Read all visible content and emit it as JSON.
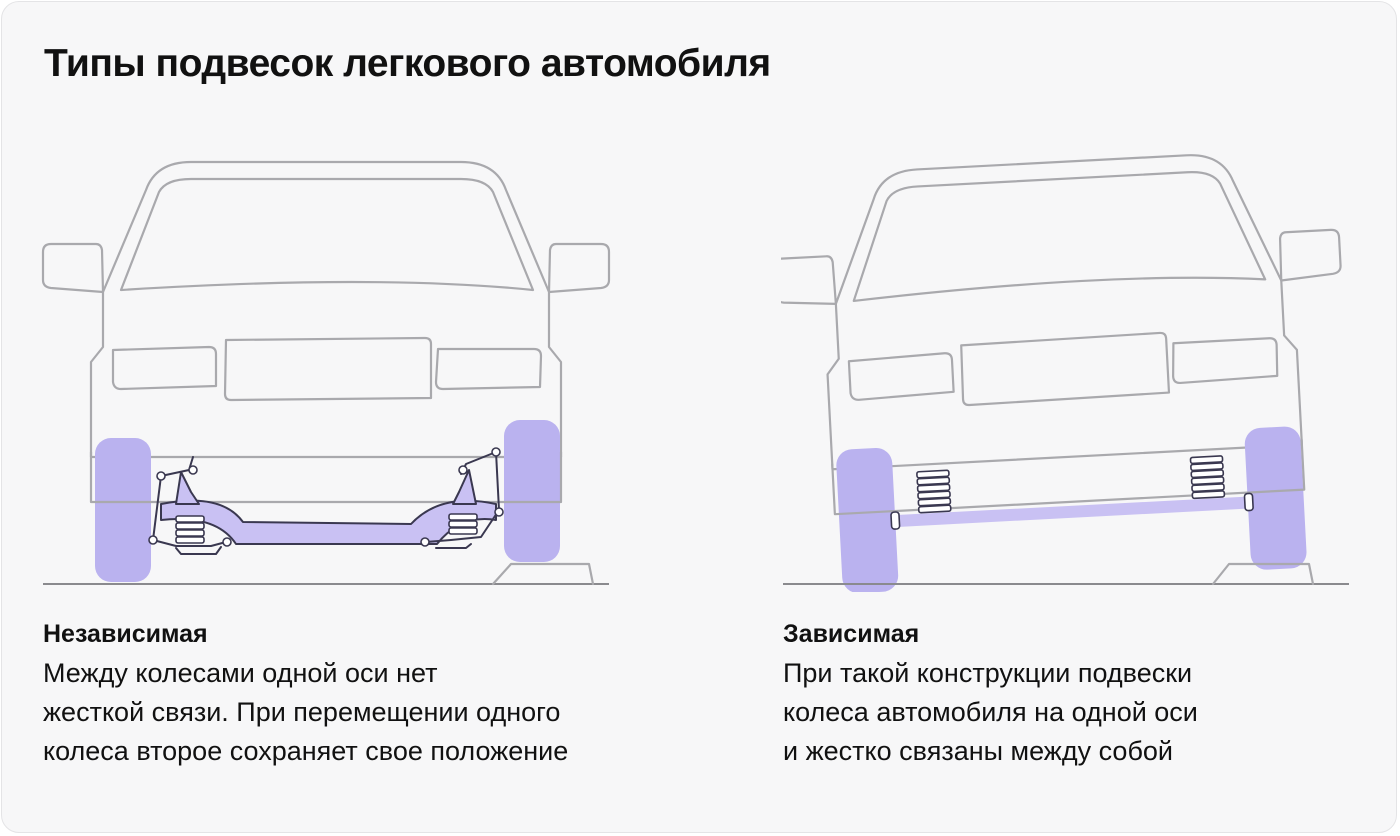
{
  "title": "Типы подвесок легкового автомобиля",
  "colors": {
    "accent": "#bab2ef",
    "background": "#f7f7f8",
    "outline": "#a9a9ad",
    "text": "#111111"
  },
  "panels": [
    {
      "heading": "Независимая",
      "description": [
        "Между колесами одной оси нет",
        "жесткой связи. При перемещении одного",
        "колеса второе сохраняет свое положение"
      ]
    },
    {
      "heading": "Зависимая",
      "description": [
        "При такой конструкции подвески",
        "колеса автомобиля на одной оси",
        "и жестко связаны между собой"
      ]
    }
  ]
}
